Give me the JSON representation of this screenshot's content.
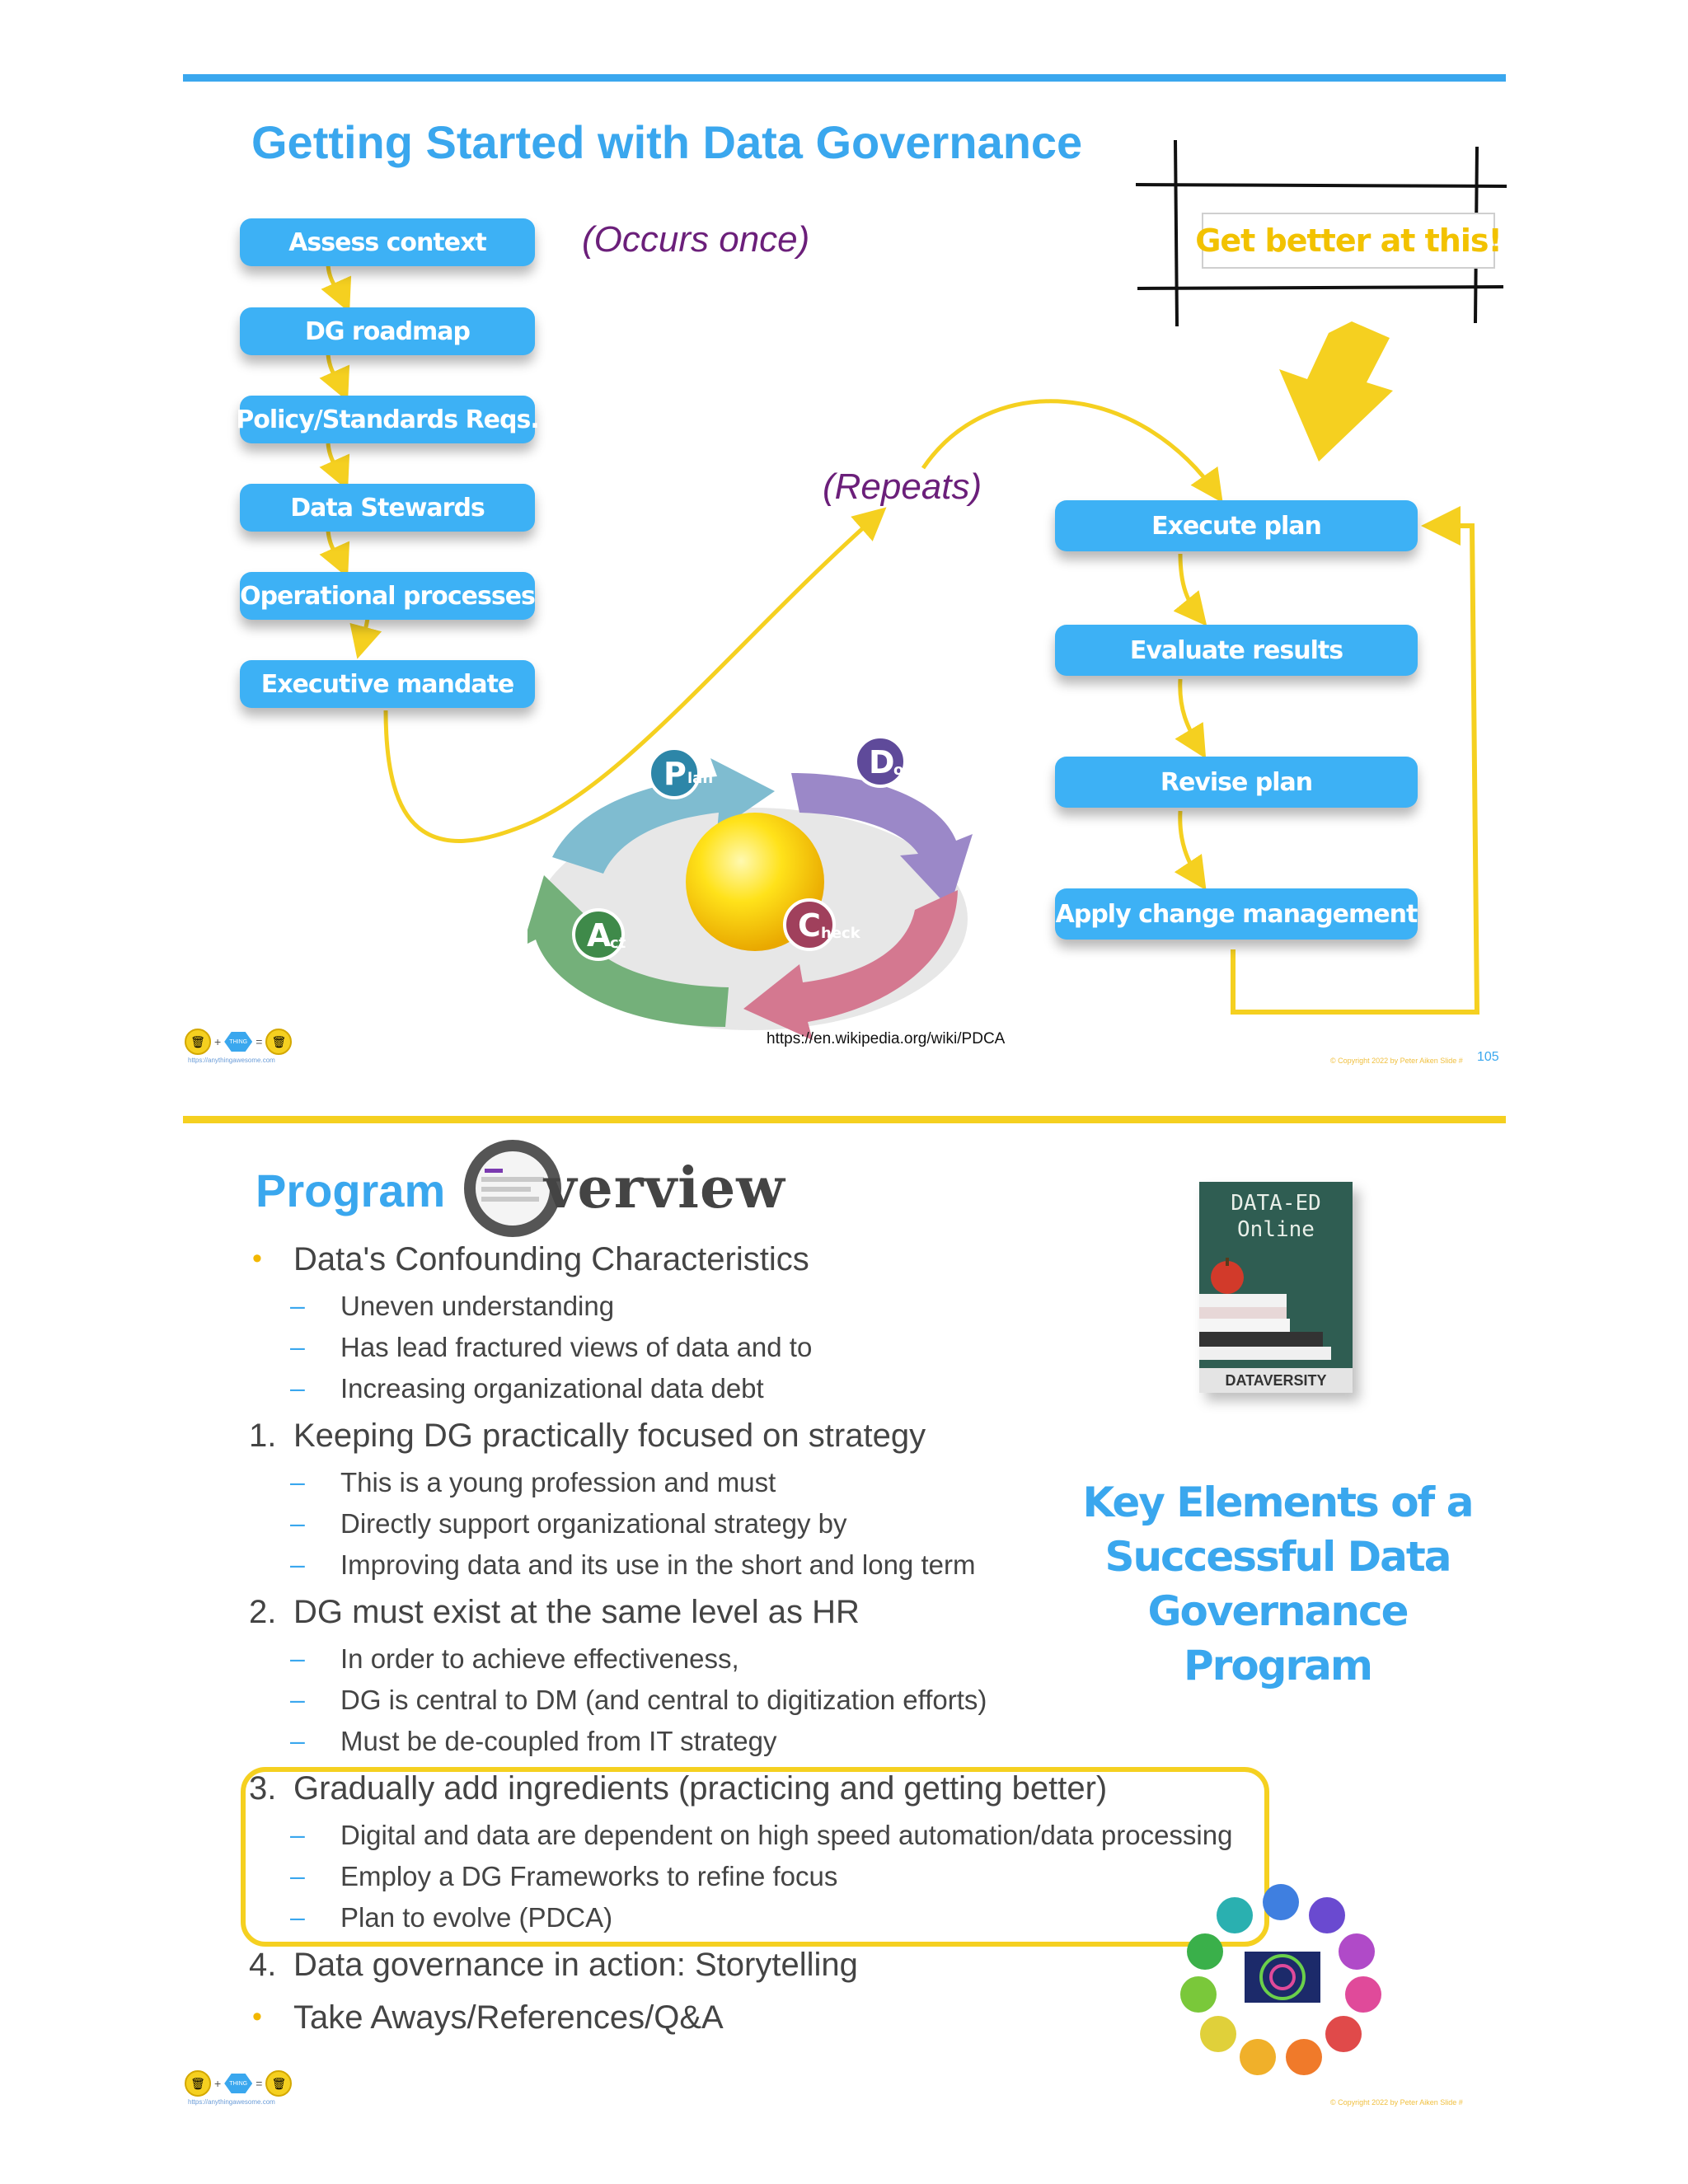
{
  "slide1": {
    "title": "Getting Started with Data Governance",
    "occurs_note": "(Occurs once)",
    "repeats_note": "(Repeats)",
    "get_better": "Get better at this!",
    "steps": [
      "Assess context",
      "DG roadmap",
      "Policy/Standards Reqs.",
      "Data Stewards",
      "Operational processes",
      "Executive mandate"
    ],
    "cycle_steps": [
      "Execute plan",
      "Evaluate results",
      "Revise plan",
      "Apply change management"
    ],
    "pdca": {
      "plan": "Plan",
      "do": "Do",
      "check": "Check",
      "act": "Act"
    },
    "source_url": "https://en.wikipedia.org/wiki/PDCA",
    "logo_url": "https://anythingawesome.com",
    "copyright": "© Copyright     2022     by Peter Aiken     Slide #",
    "page_number": "105"
  },
  "slide2": {
    "title_word": "Program",
    "title_logo": "verview",
    "sections": [
      {
        "marker": "•",
        "text": "Data's Confounding Characteristics",
        "items": [
          "Uneven understanding",
          "Has lead fractured views of data and to",
          "Increasing organizational data debt"
        ]
      },
      {
        "marker": "1.",
        "text": "Keeping DG practically focused on strategy",
        "items": [
          "This is a young profession and must",
          "Directly support organizational strategy by",
          "Improving data and its use in the short and long term"
        ]
      },
      {
        "marker": "2.",
        "text": "DG must exist at the same level as HR",
        "items": [
          "In order to achieve effectiveness,",
          "DG is central to DM (and central to digitization efforts)",
          "Must be de-coupled from IT strategy"
        ]
      },
      {
        "marker": "3.",
        "text": "Gradually add ingredients (practicing and getting better)",
        "items": [
          "Digital and data are dependent on high speed automation/data processing",
          "Employ a DG Frameworks to refine focus",
          "Plan to evolve (PDCA)"
        ]
      },
      {
        "marker": "4.",
        "text": "Data governance in action:  Storytelling",
        "items": []
      },
      {
        "marker": "•",
        "text": "Take Aways/References/Q&A",
        "items": []
      }
    ],
    "book_title": "DATA-ED Online",
    "book_brand": "DATAVERSITY",
    "key_elements": "Key Elements of a Successful Data Governance Program",
    "logo_url": "https://anythingawesome.com",
    "copyright": "© Copyright     2022     by Peter Aiken     Slide #"
  },
  "colors": {
    "blue": "#3aa7ee",
    "yellow": "#f5d020",
    "purple": "#6b1f7a"
  }
}
